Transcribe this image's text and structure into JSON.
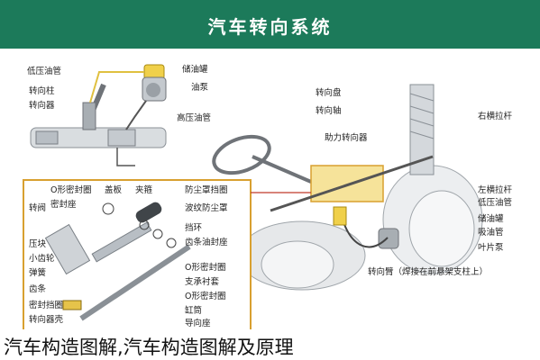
{
  "header": {
    "title": "汽车转向系统"
  },
  "colors": {
    "header_bg": "#1c7a5a",
    "highlight": "#f3d36b",
    "box_border": "#d8a030",
    "pointer_line": "#c0392b"
  },
  "inset_labels": {
    "low_pressure_hose": "低压油管",
    "reservoir": "储油罐",
    "steering_column": "转向柱",
    "oil_pump": "油泵",
    "steering_gear": "转向器",
    "high_pressure_hose": "高压油管"
  },
  "main_labels": {
    "steering_wheel": "转向盘",
    "steering_shaft": "转向轴",
    "power_steering_gear": "助力转向器",
    "right_tie_rod": "右横拉杆",
    "left_tie_rod": "左横拉杆",
    "low_pressure_hose": "低压油管",
    "reservoir": "储油罐",
    "suction_hose": "吸油管",
    "vane_pump": "叶片泵",
    "steering_arm": "转向臂（焊接在前悬架支柱上）"
  },
  "detail_labels": {
    "o_ring_top": "O形密封圈",
    "cover": "盖板",
    "clamp": "夹箍",
    "dust_boot_ring": "防尘罩挡圈",
    "sealing_ring": "密封座",
    "adjust_screw": "转阀",
    "dust_cover": "波纹防尘罩",
    "pinion_shaft": "压块",
    "pinion": "小齿轮",
    "rack_seal_stop": "挡环",
    "rack_oil_seal": "齿条油封座",
    "spring": "弹簧",
    "o_ring_mid": "O形密封圈",
    "support_sleeve": "支承衬套",
    "rack_bar": "齿条",
    "o_ring_low": "O形密封圈",
    "tube": "缸筒",
    "oil_seal_seat": "导向座",
    "rack_seal": "密封挡圈",
    "housing": "转向器壳",
    "label_left_1": "转向器壳"
  },
  "caption": "汽车构造图解,汽车构造图解及原理"
}
